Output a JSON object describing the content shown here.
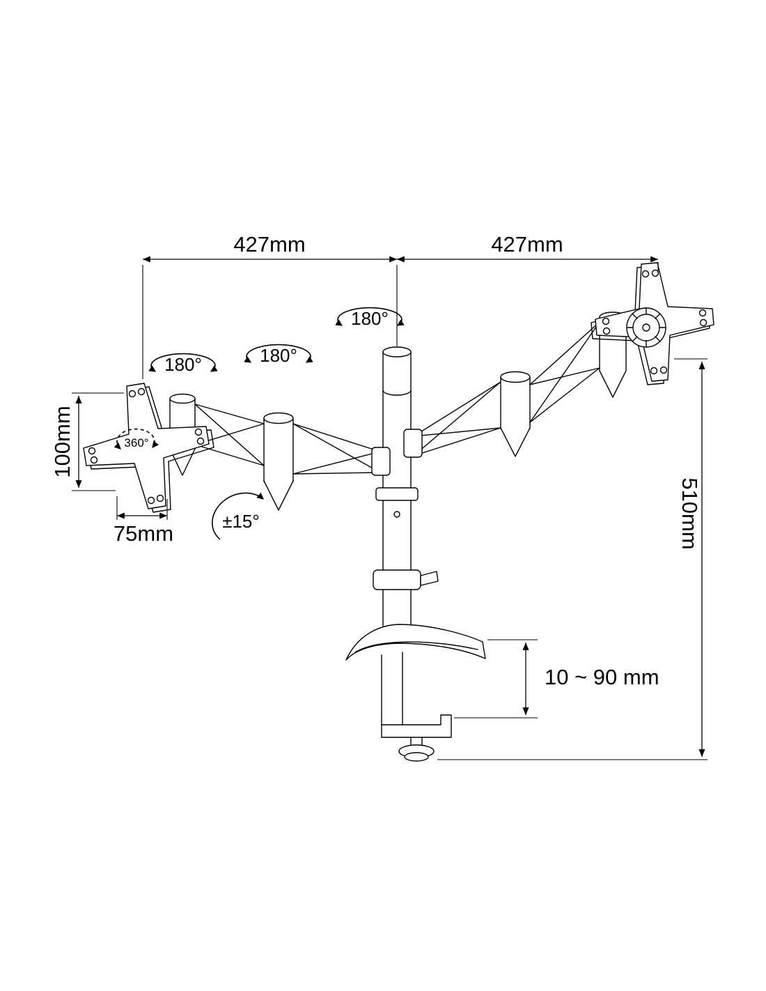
{
  "page": {
    "background": "#ffffff",
    "line_color": "#000000"
  },
  "diagram": {
    "name": "dual-monitor-desk-mount-dimension-drawing",
    "labels": {
      "span_left": "427mm",
      "span_right": "427mm",
      "vesa_height": "100mm",
      "vesa_width": "75mm",
      "column_height": "510mm",
      "clamp_range": "10 ~ 90 mm",
      "swivel_joint_1": "180°",
      "swivel_joint_2": "180°",
      "swivel_joint_3": "180°",
      "vesa_rotation": "360°",
      "tilt_range": "±15°"
    }
  }
}
